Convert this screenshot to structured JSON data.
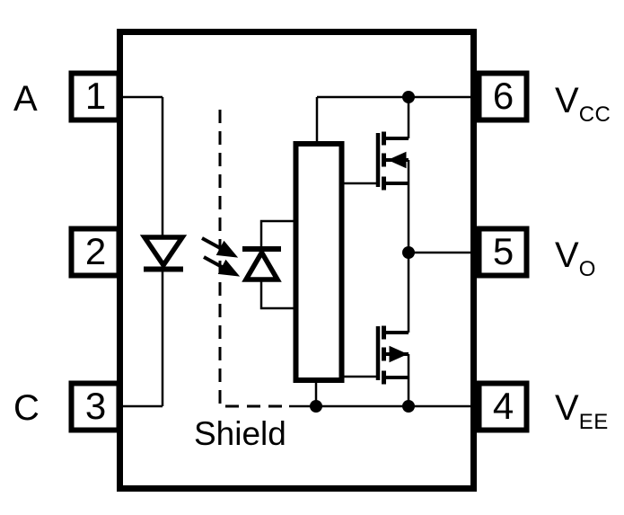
{
  "figure": {
    "background": "#ffffff",
    "line_color": "#000000",
    "shield_label": "Shield"
  },
  "pins": {
    "left": [
      {
        "number": "1",
        "label": "A"
      },
      {
        "number": "2",
        "label": ""
      },
      {
        "number": "3",
        "label": "C"
      }
    ],
    "right": [
      {
        "number": "6",
        "label_main": "V",
        "label_sub": "CC"
      },
      {
        "number": "5",
        "label_main": "V",
        "label_sub": "O"
      },
      {
        "number": "4",
        "label_main": "V",
        "label_sub": "EE"
      }
    ]
  },
  "components": {
    "led": "led-diode-symbol",
    "light_arrows": "light-emission-arrows",
    "photodiode": "photodiode-symbol",
    "shield": "shield-dashed-line",
    "driver_block": "amplifier-driver-block",
    "high_side_fet": "mosfet-symbol-high-side",
    "low_side_fet": "mosfet-symbol-low-side"
  }
}
